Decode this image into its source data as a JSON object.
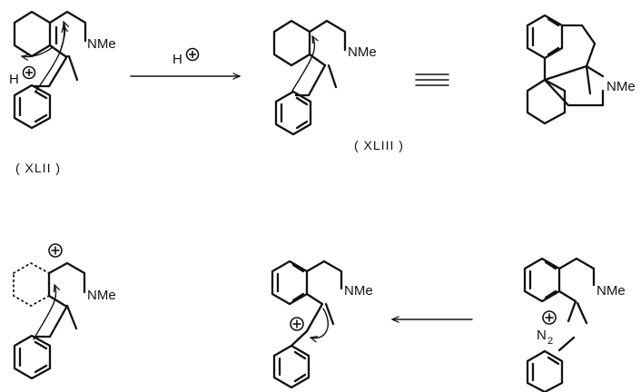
{
  "labels": {
    "nme": "NMe",
    "h": "H",
    "n": "N",
    "n_subscript": "2",
    "cmpd_xlii": "( XLII )",
    "cmpd_xliii": "( XLIII )"
  },
  "colors": {
    "ink": "#111111",
    "background": "#ffffff"
  }
}
